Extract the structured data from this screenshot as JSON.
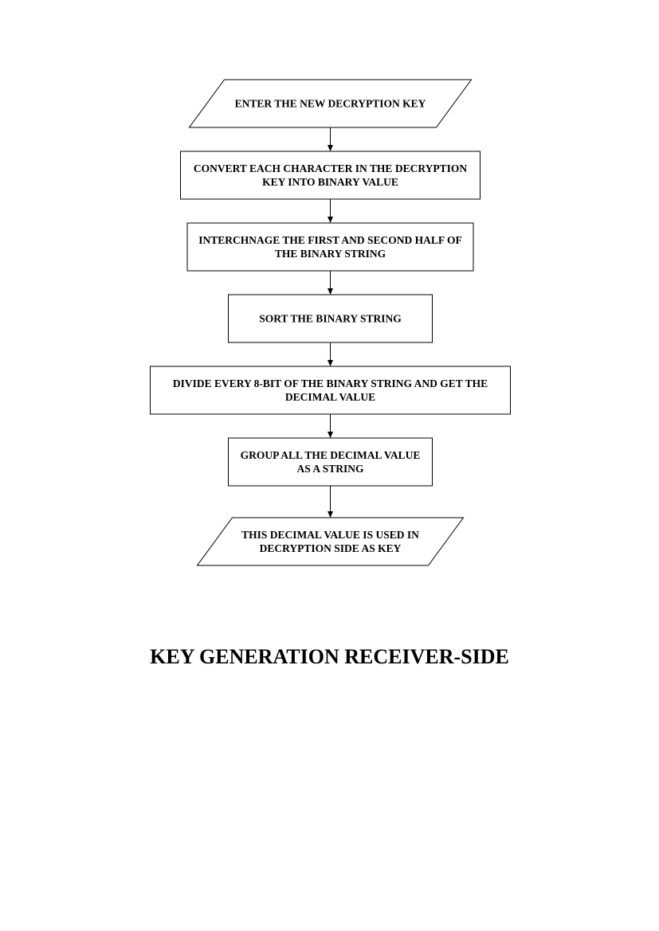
{
  "title": "KEY GENERATION RECEIVER-SIDE",
  "nodes": [
    {
      "shape": "parallelogram",
      "lines": [
        "ENTER THE NEW DECRYPTION KEY"
      ]
    },
    {
      "shape": "rectangle",
      "lines": [
        "CONVERT EACH CHARACTER IN THE DECRYPTION",
        "KEY INTO BINARY VALUE"
      ]
    },
    {
      "shape": "rectangle",
      "lines": [
        "INTERCHNAGE THE FIRST AND SECOND HALF OF",
        "THE BINARY STRING"
      ]
    },
    {
      "shape": "rectangle",
      "lines": [
        "SORT THE BINARY STRING"
      ]
    },
    {
      "shape": "rectangle",
      "lines": [
        "DIVIDE EVERY 8-BIT  OF THE BINARY STRING AND GET THE",
        "DECIMAL VALUE"
      ]
    },
    {
      "shape": "rectangle",
      "lines": [
        "GROUP ALL THE DECIMAL VALUE",
        "AS A STRING"
      ]
    },
    {
      "shape": "parallelogram",
      "lines": [
        "THIS DECIMAL VALUE IS USED IN",
        "DECRYPTION SIDE AS KEY"
      ]
    }
  ]
}
